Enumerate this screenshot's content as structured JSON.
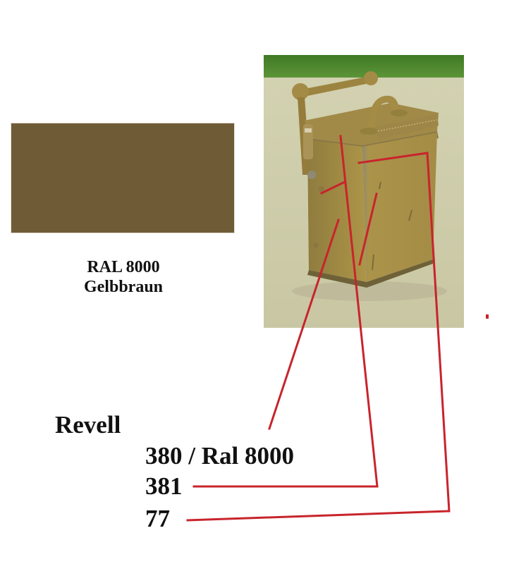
{
  "swatch": {
    "color": "#6f5c37",
    "caption_line1": "RAL 8000",
    "caption_line2": "Gelbbraun"
  },
  "photo": {
    "subject": "yellow-brown painted model ammunition box with handles",
    "background_top": "#4f8a2e",
    "background_table": "#cfcdab",
    "box_color": "#a48d45"
  },
  "legend": {
    "brand": "Revell",
    "codes": [
      {
        "label": "380 / Ral 8000"
      },
      {
        "label": "381"
      },
      {
        "label": "77"
      }
    ]
  },
  "annotations": {
    "line_color": "#c8242c",
    "dot_color": "#c8242c"
  }
}
